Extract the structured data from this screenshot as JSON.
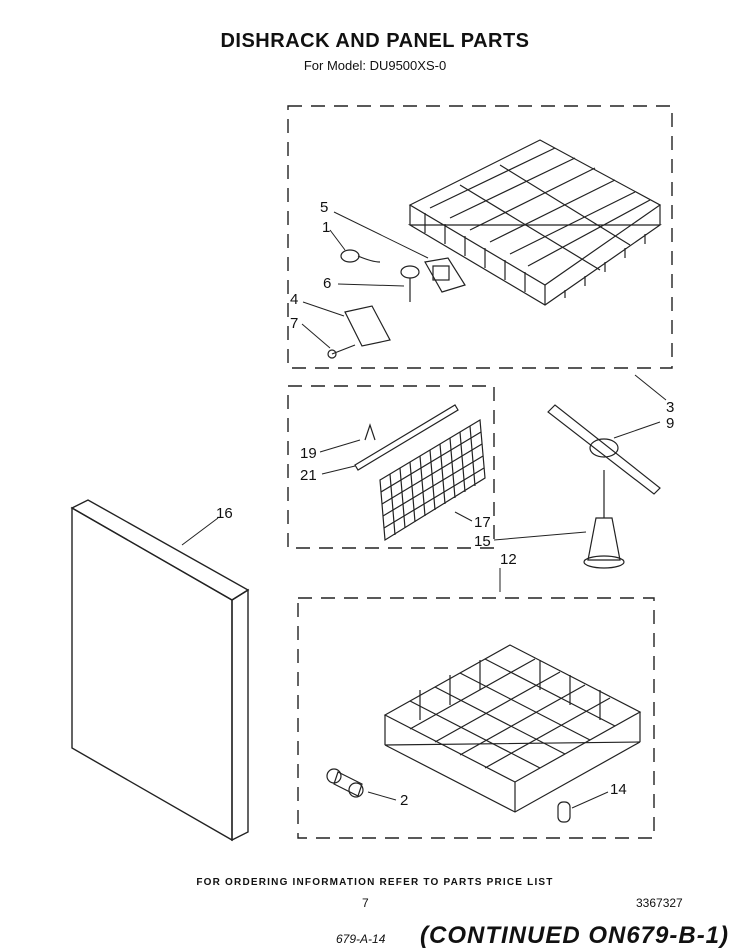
{
  "header": {
    "title": "DISHRACK AND PANEL PARTS",
    "subtitle": "For Model: DU9500XS-0"
  },
  "callouts": {
    "c1": "1",
    "c2": "2",
    "c3": "3",
    "c4": "4",
    "c5": "5",
    "c6": "6",
    "c7": "7",
    "c9": "9",
    "c12": "12",
    "c14": "14",
    "c15": "15",
    "c16": "16",
    "c17": "17",
    "c19": "19",
    "c21": "21"
  },
  "footer": {
    "ordering_note": "FOR ORDERING INFORMATION REFER TO PARTS PRICE LIST",
    "page_number": "7",
    "document_number": "3367327",
    "handwritten_ref": "679-A-14",
    "continued": "(CONTINUED ON679-B-1)"
  }
}
